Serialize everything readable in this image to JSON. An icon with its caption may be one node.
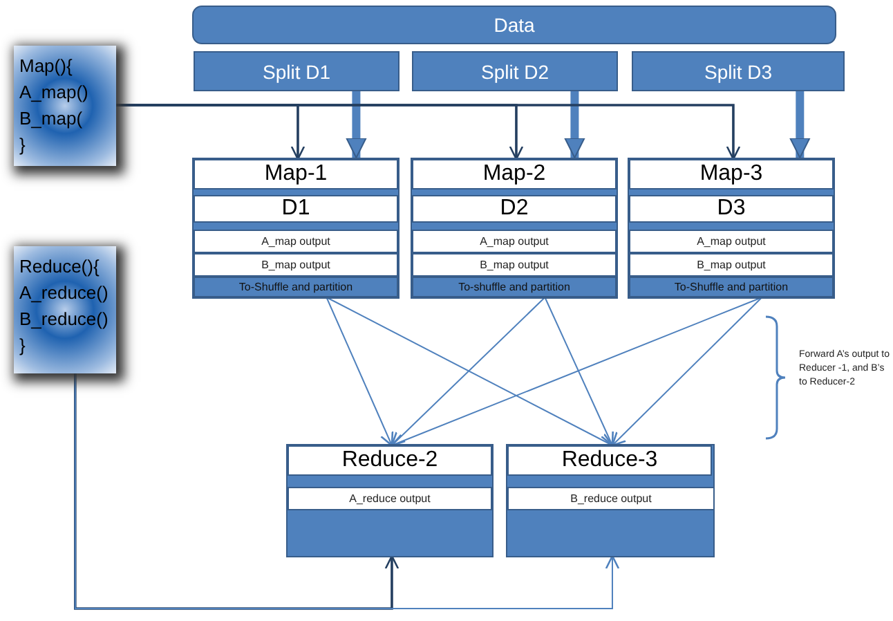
{
  "diagram": {
    "nodes": [
      {
        "text": [
          "Data"
        ]
      },
      {
        "text": [
          "Split D1"
        ]
      },
      {
        "text": [
          "Split D2"
        ]
      },
      {
        "text": [
          "Split D3"
        ]
      },
      {
        "text": [
          "Map(){ A_map() B_map( }"
        ]
      },
      {
        "text": [],
        "shape": "box"
      },
      {
        "text": [
          "Map-1"
        ],
        "in": 5
      },
      {
        "text": [
          "D1"
        ],
        "in": 5
      },
      {
        "text": [
          "A_map output"
        ],
        "in": 5
      },
      {
        "text": [
          "B_map output"
        ],
        "in": 5
      },
      {
        "text": [
          "To-Shuffle and partition"
        ],
        "in": 5
      },
      {
        "text": [],
        "shape": "box"
      },
      {
        "text": [
          "Map-2"
        ],
        "in": 11
      },
      {
        "text": [
          "D2"
        ],
        "in": 11
      },
      {
        "text": [
          "A_map output"
        ],
        "in": 11
      },
      {
        "text": [
          "B_map output"
        ],
        "in": 11
      },
      {
        "text": [
          "To-shuffle and partition"
        ],
        "in": 11
      },
      {
        "text": [],
        "shape": "box"
      },
      {
        "text": [
          "Map-3"
        ],
        "in": 17
      },
      {
        "text": [
          "D3"
        ],
        "in": 17
      },
      {
        "text": [
          "A_map output"
        ],
        "in": 17
      },
      {
        "text": [
          "B_map output"
        ],
        "in": 17
      },
      {
        "text": [
          "To-Shuffle and partition"
        ],
        "in": 17
      },
      {
        "text": [
          "Reduce(){ A_reduce() B_reduce() }"
        ]
      },
      {
        "text": [],
        "shape": "box"
      },
      {
        "text": [
          "Reduce-2"
        ],
        "in": 24
      },
      {
        "text": [
          "A_reduce output"
        ],
        "in": 24
      },
      {
        "text": [],
        "shape": "box"
      },
      {
        "text": [
          "Reduce-3"
        ],
        "in": 27
      },
      {
        "text": [
          "B_reduce output"
        ],
        "in": 27
      }
    ],
    "edges": [
      {
        "from": 1,
        "to": 5,
        "arrow": "to",
        "style": "thick"
      },
      {
        "from": 2,
        "to": 11,
        "arrow": "to",
        "style": "thick"
      },
      {
        "from": 3,
        "to": 17,
        "arrow": "to",
        "style": "thick"
      },
      {
        "from": 4,
        "to": 6,
        "arrow": "to",
        "color": "#243f60"
      },
      {
        "from": 4,
        "to": 12,
        "arrow": "to",
        "color": "#243f60"
      },
      {
        "from": 4,
        "to": 18,
        "arrow": "to",
        "color": "#243f60"
      },
      {
        "from": 10,
        "to": 24,
        "arrow": "to"
      },
      {
        "from": 10,
        "to": 27,
        "arrow": "to"
      },
      {
        "from": 16,
        "to": 24,
        "arrow": "to"
      },
      {
        "from": 16,
        "to": 27,
        "arrow": "to"
      },
      {
        "from": 22,
        "to": 24,
        "arrow": "to"
      },
      {
        "from": 22,
        "to": 27,
        "arrow": "to"
      },
      {
        "from": 23,
        "to": 24,
        "arrow": "to",
        "color": "#243f60"
      },
      {
        "from": 23,
        "to": 27,
        "arrow": "to"
      }
    ],
    "labels": [
      "Forward A’s output to Reducer -1, and B’s to Reducer-2"
    ]
  }
}
